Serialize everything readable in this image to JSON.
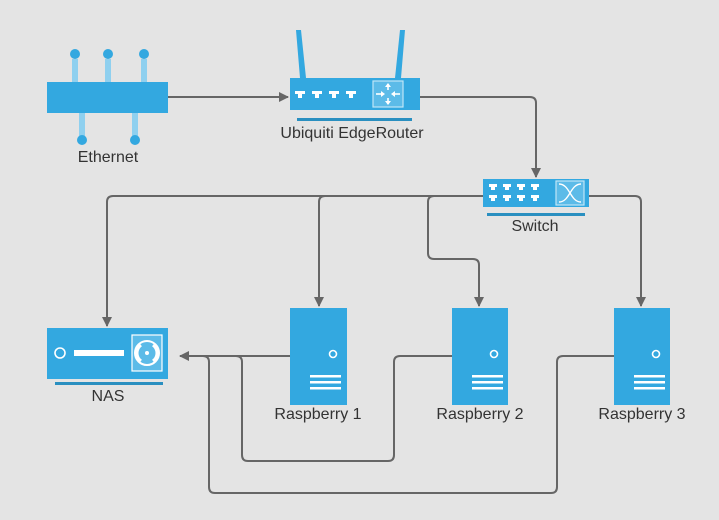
{
  "colors": {
    "background": "#e4e4e4",
    "device": "#33a8e0",
    "device_light": "#8fd0ef",
    "underline": "#2a8fc0",
    "connector": "#666666",
    "label": "#333333"
  },
  "nodes": {
    "ethernet": {
      "label": "Ethernet",
      "icon": "ethernet-hub-icon"
    },
    "router": {
      "label": "Ubiquiti EdgeRouter",
      "icon": "router-icon"
    },
    "switch": {
      "label": "Switch",
      "icon": "network-switch-icon"
    },
    "nas": {
      "label": "NAS",
      "icon": "nas-storage-icon"
    },
    "raspberry1": {
      "label": "Raspberry 1",
      "icon": "server-tower-icon"
    },
    "raspberry2": {
      "label": "Raspberry 2",
      "icon": "server-tower-icon"
    },
    "raspberry3": {
      "label": "Raspberry 3",
      "icon": "server-tower-icon"
    }
  },
  "connections": [
    {
      "from": "Ethernet",
      "to": "Ubiquiti EdgeRouter"
    },
    {
      "from": "Ubiquiti EdgeRouter",
      "to": "Switch"
    },
    {
      "from": "Switch",
      "to": "NAS"
    },
    {
      "from": "Switch",
      "to": "Raspberry 1"
    },
    {
      "from": "Switch",
      "to": "Raspberry 2"
    },
    {
      "from": "Switch",
      "to": "Raspberry 3"
    },
    {
      "from": "Raspberry 1",
      "to": "NAS"
    },
    {
      "from": "Raspberry 2",
      "to": "NAS"
    },
    {
      "from": "Raspberry 3",
      "to": "NAS"
    }
  ]
}
